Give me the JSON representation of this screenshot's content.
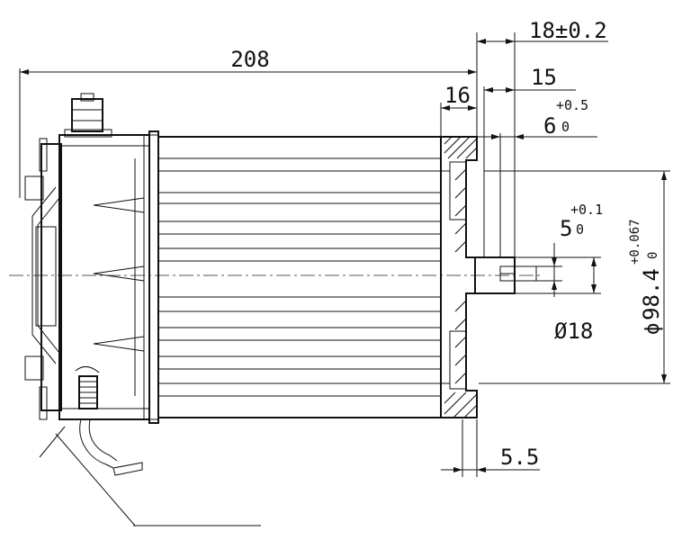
{
  "drawing": {
    "subject": "",
    "dimensions": {
      "overall_length": "208",
      "flange_offset": "18±0.2",
      "shaft_length": "15",
      "flange_depth": "16",
      "key_position_value": "6",
      "key_position_tol_upper": "+0.5",
      "key_position_tol_lower": "0",
      "key_width_value": "5",
      "key_width_tol_upper": "+0.1",
      "key_width_tol_lower": "0",
      "shaft_diameter": "Ø18",
      "pilot_diameter_symbol": "ϕ",
      "pilot_diameter_value": "98.4",
      "pilot_diameter_tol_upper": "+0.067",
      "pilot_diameter_tol_lower": "0",
      "flange_thickness": "5.5"
    }
  }
}
